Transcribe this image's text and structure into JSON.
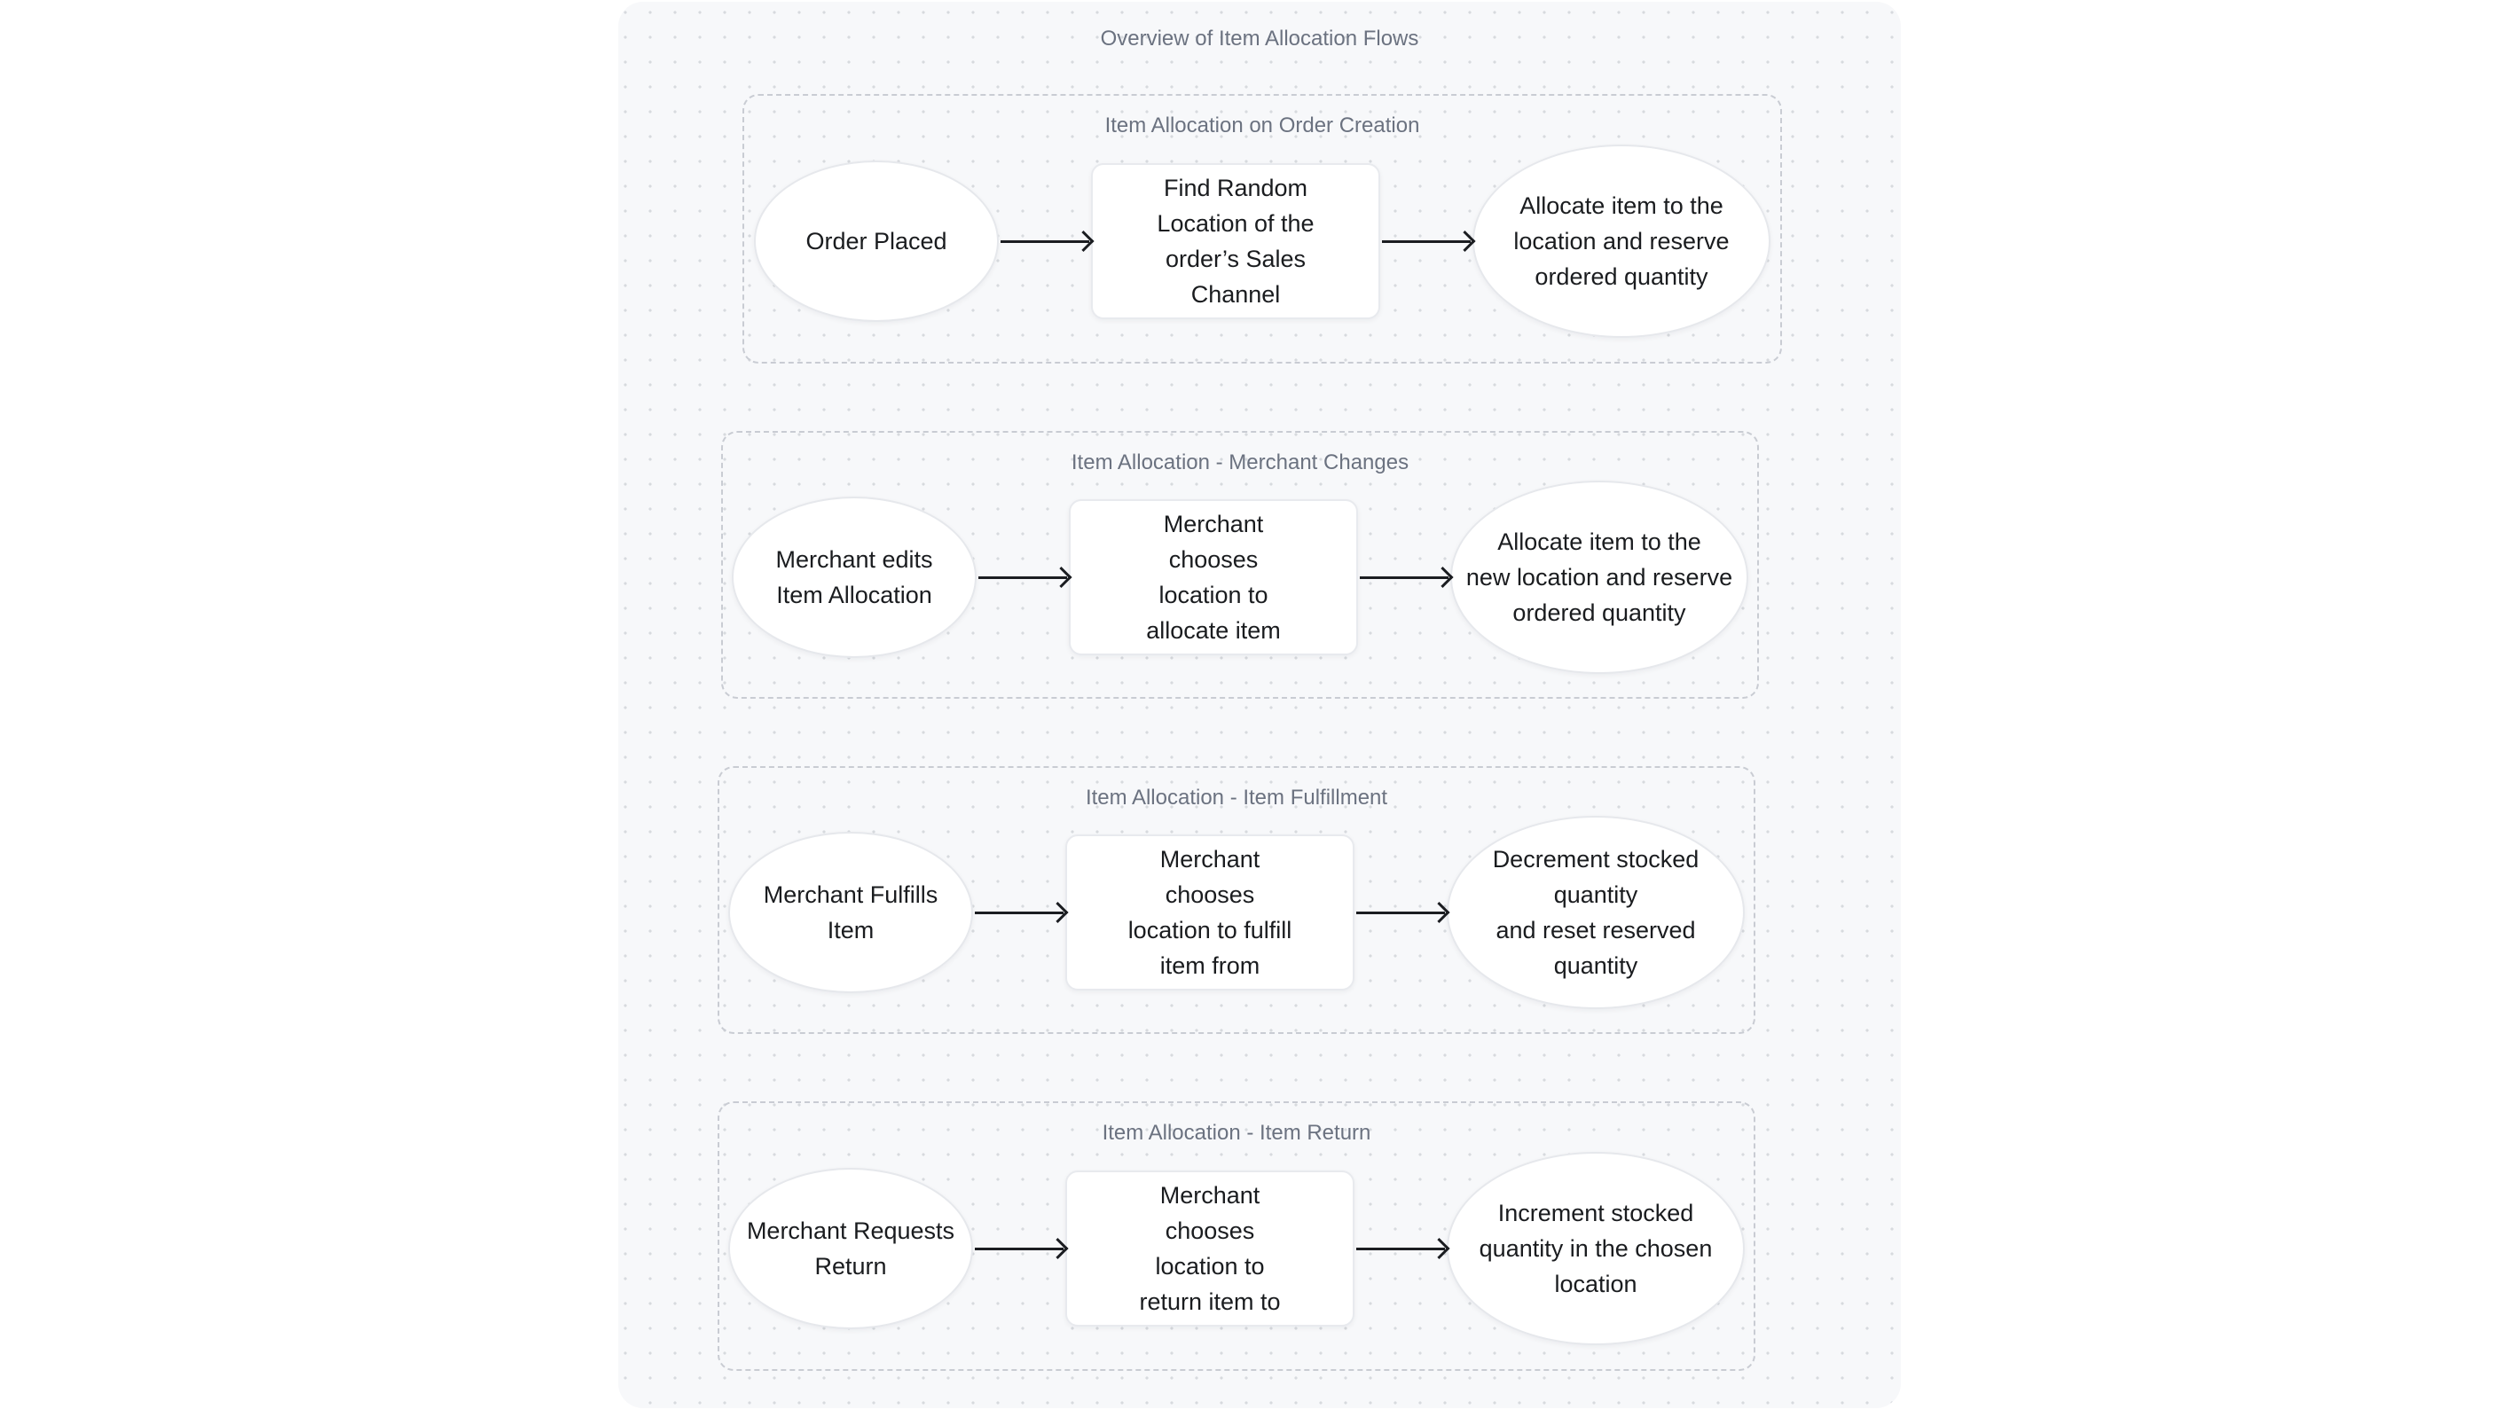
{
  "diagram": {
    "title": "Overview of Item Allocation Flows",
    "sections": [
      {
        "title": "Item Allocation on Order Creation",
        "nodes": [
          {
            "shape": "ellipse",
            "lines": [
              "Order Placed"
            ]
          },
          {
            "shape": "rect",
            "lines": [
              "Find Random",
              "Location of the",
              "order’s Sales",
              "Channel"
            ]
          },
          {
            "shape": "ellipse",
            "lines": [
              "Allocate item to the",
              "location and reserve",
              "ordered quantity"
            ]
          }
        ]
      },
      {
        "title": "Item Allocation - Merchant Changes",
        "nodes": [
          {
            "shape": "ellipse",
            "lines": [
              "Merchant edits",
              "Item Allocation"
            ]
          },
          {
            "shape": "rect",
            "lines": [
              "Merchant",
              "chooses",
              "location to",
              "allocate item"
            ]
          },
          {
            "shape": "ellipse",
            "lines": [
              "Allocate item to the",
              "new location and reserve",
              "ordered quantity"
            ]
          }
        ]
      },
      {
        "title": "Item Allocation - Item Fulfillment",
        "nodes": [
          {
            "shape": "ellipse",
            "lines": [
              "Merchant Fulfills",
              "Item"
            ]
          },
          {
            "shape": "rect",
            "lines": [
              "Merchant",
              "chooses",
              "location to fulfill",
              "item from"
            ]
          },
          {
            "shape": "ellipse",
            "lines": [
              "Decrement stocked",
              "quantity",
              "and reset reserved",
              "quantity"
            ]
          }
        ]
      },
      {
        "title": "Item Allocation - Item Return",
        "nodes": [
          {
            "shape": "ellipse",
            "lines": [
              "Merchant Requests",
              "Return"
            ]
          },
          {
            "shape": "rect",
            "lines": [
              "Merchant",
              "chooses",
              "location to",
              "return item to"
            ]
          },
          {
            "shape": "ellipse",
            "lines": [
              "Increment stocked",
              "quantity in the chosen",
              "location"
            ]
          }
        ]
      }
    ]
  },
  "colors": {
    "page_bg": "#ffffff",
    "canvas_bg": "#f7f8fa",
    "dot": "#d7dade",
    "section_border": "#c9ccd3",
    "muted_text": "#6b7280",
    "node_bg": "#ffffff",
    "node_border": "#e6e8ec",
    "node_text": "#1a1c1f",
    "arrow": "#1b1d21"
  }
}
